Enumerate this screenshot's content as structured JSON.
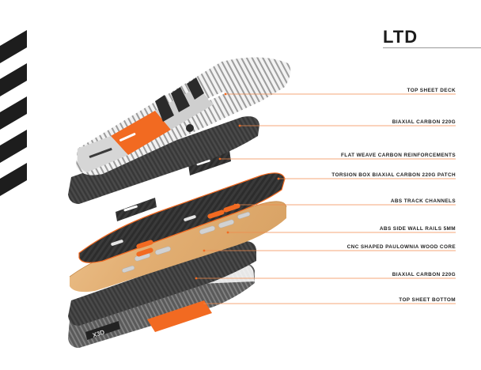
{
  "title": "LTD",
  "layers": [
    {
      "label": "TOP SHEET DECK"
    },
    {
      "label": "BIAXIAL CARBON 220g"
    },
    {
      "label": "FLAT WEAVE CARBON REINFORCEMENTS"
    },
    {
      "label": "TORSION BOX BIAXIAL CARBON 220g PATCH"
    },
    {
      "label": "ABS TRACK CHANNELS"
    },
    {
      "label": "ABS SIDE WALL RAILS 5mm"
    },
    {
      "label": "CNC SHAPED PAULOWNIA WOOD CORE"
    },
    {
      "label": "BIAXIAL CARBON 220g"
    },
    {
      "label": "TOP SHEET BOTTOM"
    }
  ],
  "colors": {
    "accent": "#f26a21",
    "carbon": "#3b3b3b",
    "wood": "#e4b47c",
    "stripe": "#1d1d1d",
    "leader": "#f08a4b"
  },
  "icons": {
    "brand_stripes": "diagonal-stripes-icon"
  }
}
